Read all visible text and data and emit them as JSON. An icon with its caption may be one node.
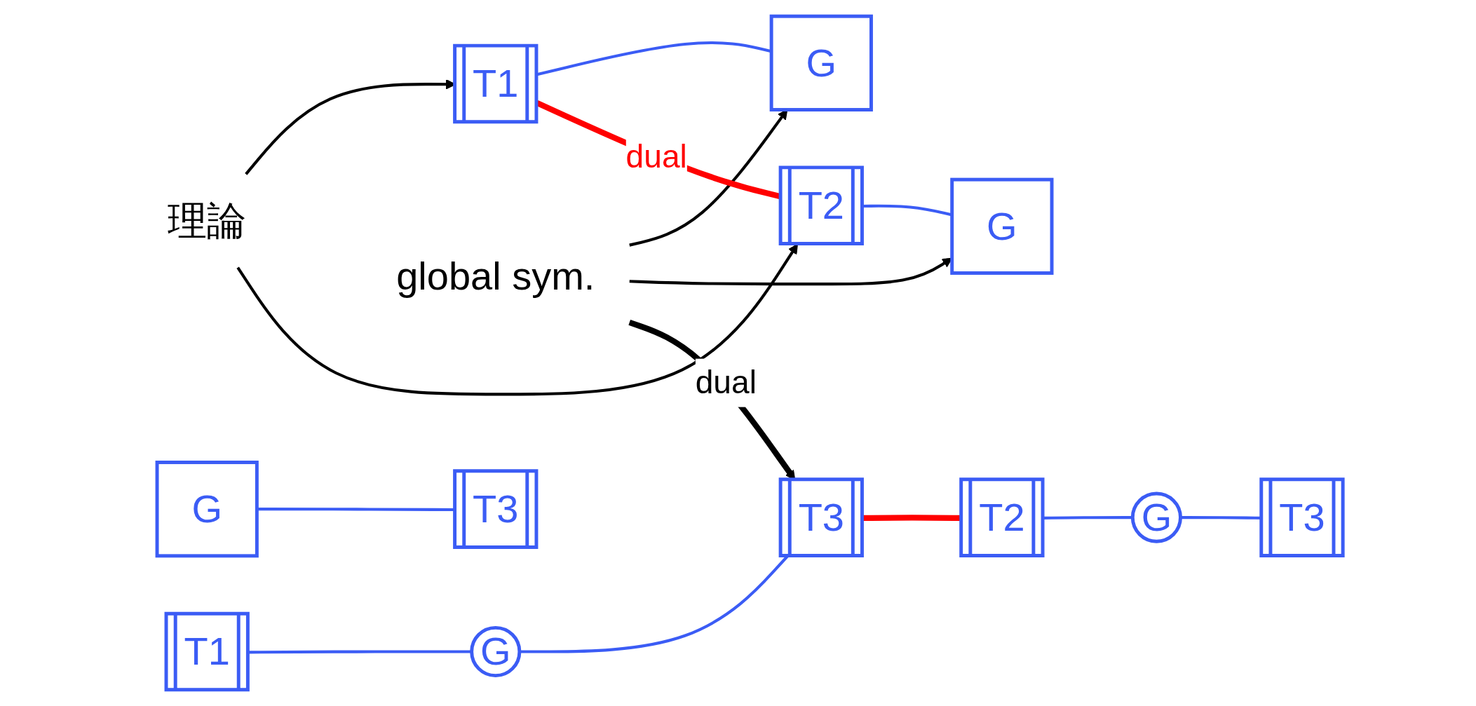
{
  "diagram": {
    "nodes": [
      {
        "text": [
          "理論"
        ]
      },
      {
        "text": [
          "T1"
        ]
      },
      {
        "text": [
          "G"
        ]
      },
      {
        "text": [
          "global sym."
        ]
      },
      {
        "text": [
          "G"
        ]
      },
      {
        "text": [
          "T3"
        ]
      },
      {
        "text": [
          "T2"
        ]
      },
      {
        "text": [
          "G"
        ]
      },
      {
        "text": [
          "T1"
        ]
      },
      {
        "text": [
          "G"
        ]
      },
      {
        "text": [
          "T3"
        ]
      },
      {
        "text": [
          "T2"
        ]
      },
      {
        "text": [
          "G"
        ]
      },
      {
        "text": [
          "T3"
        ]
      }
    ],
    "edges": [
      {
        "from": 0,
        "to": 1,
        "arrow": "to",
        "color": "#000000"
      },
      {
        "from": 0,
        "to": 6,
        "arrow": "to",
        "color": "#000000"
      },
      {
        "from": 1,
        "to": 2,
        "arrow": "none"
      },
      {
        "from": 3,
        "to": 2,
        "arrow": "to",
        "color": "#000000"
      },
      {
        "from": 4,
        "to": 5,
        "arrow": "none"
      },
      {
        "from": 1,
        "to": 6,
        "arrow": "none",
        "label": "dual",
        "style": "thick",
        "color": "#ff0000"
      },
      {
        "from": 3,
        "to": 7,
        "arrow": "to",
        "color": "#000000"
      },
      {
        "from": 6,
        "to": 7,
        "arrow": "none"
      },
      {
        "from": 3,
        "to": 10,
        "arrow": "to",
        "label": "dual",
        "style": "thick",
        "color": "#000000"
      },
      {
        "from": 8,
        "to": 9,
        "arrow": "none"
      },
      {
        "from": 9,
        "to": 10,
        "arrow": "none"
      },
      {
        "from": 10,
        "to": 11,
        "arrow": "none",
        "style": "thick",
        "color": "#ff0000"
      },
      {
        "from": 11,
        "to": 12,
        "arrow": "none"
      },
      {
        "from": 12,
        "to": 13,
        "arrow": "none"
      }
    ]
  }
}
